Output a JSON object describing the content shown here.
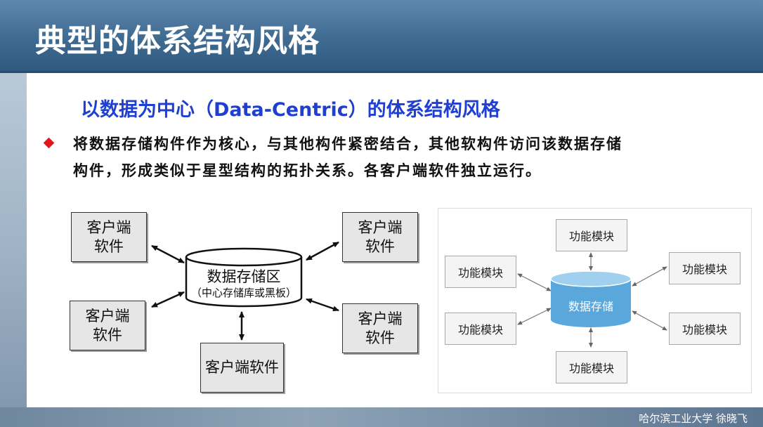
{
  "header": {
    "title": "典型的体系结构风格"
  },
  "subtitle": "以数据为中心（Data-Centric）的体系结构风格",
  "bullet": {
    "line1": "将数据存储构件作为核心，与其他构件紧密结合，其他软构件访问该数据存储",
    "line2": "构件，形成类似于星型结构的拓扑关系。各客户端软件独立运行。"
  },
  "left_diagram": {
    "client_top_left": [
      "客户端",
      "软件"
    ],
    "client_mid_left": [
      "客户端",
      "软件"
    ],
    "client_top_right": [
      "客户端",
      "软件"
    ],
    "client_mid_right": [
      "客户端",
      "软件"
    ],
    "client_bottom": "客户端软件",
    "store_label": "数据存储区",
    "store_sublabel": "（中心存储库或黑板）"
  },
  "right_diagram": {
    "center_label": "数据存储",
    "module_label": "功能模块"
  },
  "footer": "哈尔滨工业大学  徐晓飞",
  "colors": {
    "header": "#3f6a91",
    "subtitle": "#1f3fd0",
    "bullet": "#e8141c",
    "cylinder": "#5aa7dc"
  }
}
